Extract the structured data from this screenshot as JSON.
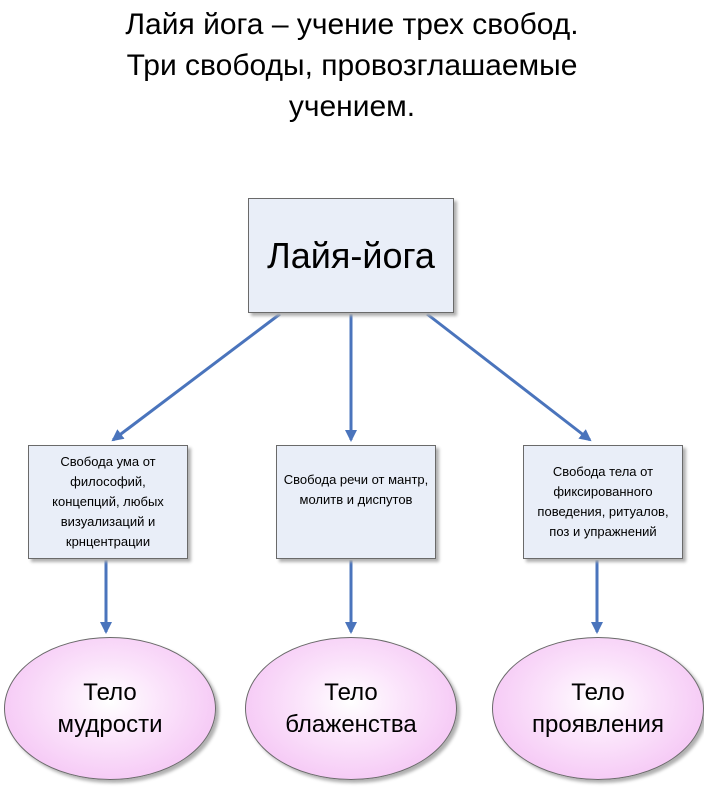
{
  "title": {
    "line1": "Лайя йога – учение трех свобод.",
    "line2": "Три свободы, провозглашаемые",
    "line3": "учением."
  },
  "root": {
    "label": "Лайя-йога"
  },
  "freedoms": [
    {
      "label": "Свобода ума от философий, концепций, любых визуализаций и крнцентрации"
    },
    {
      "label": "Свобода речи от мантр, молитв и диспутов"
    },
    {
      "label": "Свобода тела от фиксированного поведения, ритуалов, поз и упражнений"
    }
  ],
  "bodies": [
    {
      "line1": "Тело",
      "line2": "мудрости"
    },
    {
      "line1": "Тело",
      "line2": "блаженства"
    },
    {
      "line1": "Тело",
      "line2": "проявления"
    }
  ],
  "colors": {
    "box_fill": "#e9eef8",
    "ellipse_fill": "#f2b8f2",
    "arrow": "#4a74bc",
    "border": "#6a6a6a"
  }
}
